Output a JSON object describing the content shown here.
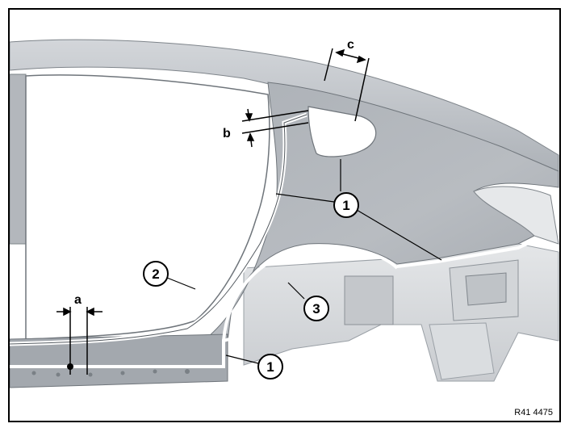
{
  "callouts": {
    "c1_top": "1",
    "c2": "2",
    "c3": "3",
    "c1_bottom": "1"
  },
  "dimensions": {
    "a": "a",
    "b": "b",
    "c": "c"
  },
  "reference_code": "R41 4475",
  "colors": {
    "panel": "#b9bdc3",
    "panel_dark": "#8f959c",
    "panel_light": "#d8dbde",
    "cut_line": "#ffffff",
    "outline": "#000000"
  }
}
